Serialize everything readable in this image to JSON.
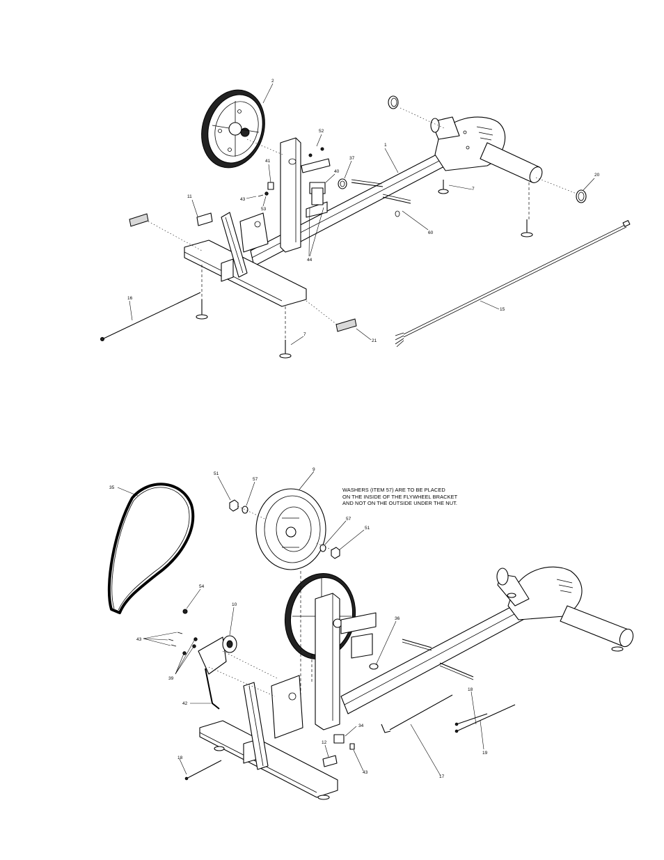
{
  "figure_top": {
    "labels": {
      "item_2": "2",
      "item_52": "52",
      "item_1": "1",
      "item_37": "37",
      "item_40": "40",
      "item_41": "41",
      "item_43": "43",
      "item_53": "53",
      "item_11": "11",
      "item_20": "20",
      "item_7a": "7",
      "item_7b": "7",
      "item_60": "60",
      "item_44": "44",
      "item_16": "16",
      "item_15": "15",
      "item_21": "21"
    }
  },
  "figure_bottom": {
    "note_lines": [
      "WASHERS (ITEM 57) ARE TO BE PLACED",
      "ON THE INSIDE OF THE FLYWHEEL BRACKET",
      "AND NOT ON THE OUTSIDE UNDER THE NUT."
    ],
    "labels": {
      "item_35": "35",
      "item_51a": "51",
      "item_57a": "57",
      "item_9": "9",
      "item_57b": "57",
      "item_51b": "51",
      "item_54": "54",
      "item_10": "10",
      "item_43a": "43",
      "item_39": "39",
      "item_36": "36",
      "item_42": "42",
      "item_18a": "18",
      "item_34": "34",
      "item_12": "12",
      "item_19": "19",
      "item_18b": "18",
      "item_43b": "43",
      "item_17": "17"
    }
  }
}
